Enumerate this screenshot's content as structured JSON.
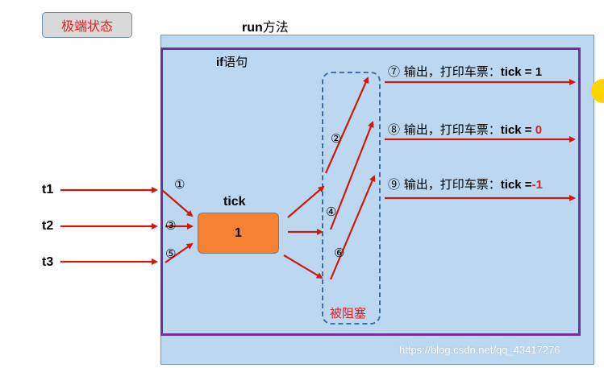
{
  "header": {
    "extreme_state": "极端状态"
  },
  "run_method": {
    "run": "run",
    "suffix": "方法"
  },
  "if_block": {
    "if": "if",
    "suffix": "语句"
  },
  "threads": [
    {
      "label": "t1"
    },
    {
      "label": "t2"
    },
    {
      "label": "t3"
    }
  ],
  "tick": {
    "label": "tick",
    "value": "1"
  },
  "steps": [
    "①",
    "②",
    "③",
    "④",
    "⑤",
    "⑥"
  ],
  "blocked_label": "被阻塞",
  "outputs": [
    {
      "num": "⑦",
      "text": " 输出，打印车票：",
      "tick": "tick = ",
      "value": "1",
      "color": "#000000"
    },
    {
      "num": "⑧",
      "text": " 输出，打印车票：",
      "tick": "tick = ",
      "value": "0",
      "color": "#e02020"
    },
    {
      "num": "⑨",
      "text": " 输出，打印车票：",
      "tick": "tick =",
      "value": "-1",
      "color": "#e02020"
    }
  ],
  "watermark": "https://blog.csdn.net/qq_43417276",
  "colors": {
    "arrow": "#cc1a0e",
    "if_border": "#7030a0",
    "run_bg": "#bcd7f0",
    "tick_box": "#f58232",
    "dashed": "#3f6ea5"
  }
}
